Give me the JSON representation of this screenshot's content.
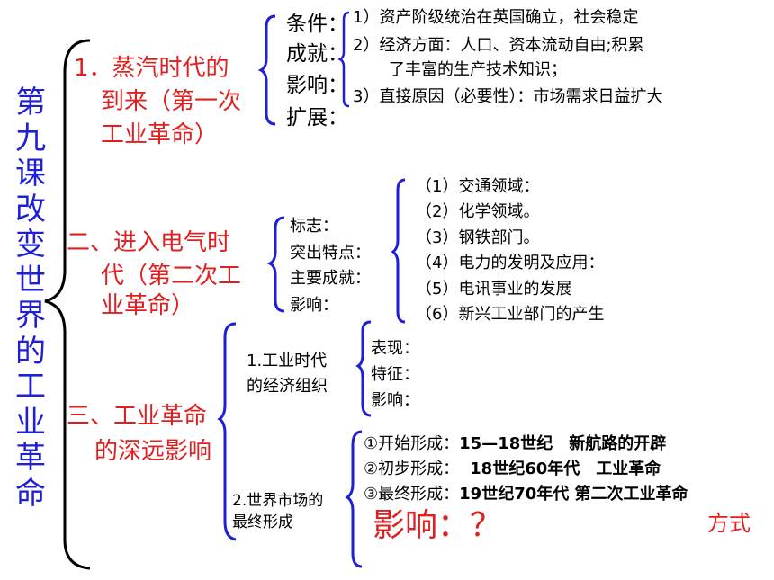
{
  "title": "第九课 改变世界的工业革命",
  "section1": {
    "heading_line1": "1．蒸汽时代的",
    "heading_line2": "到来（第一次",
    "heading_line3": "工业革命）",
    "labels": [
      "条件：",
      "成就：",
      "影响：",
      "扩展："
    ],
    "items": [
      "1）资产阶级统治在英国确立，社会稳定",
      "2）经济方面：人口、资本流动自由;积累",
      "了丰富的生产技术知识；",
      "3）直接原因（必要性）：市场需求日益扩大"
    ]
  },
  "section2": {
    "heading_line1": "二、进入电气时",
    "heading_line2": "代（第二次工",
    "heading_line3": "业革命）",
    "labels": [
      "标志：",
      "突出特点：",
      "主要成就：",
      "影响："
    ],
    "items": [
      "（1）交通领域：",
      "（2）化学领域。",
      "（3）钢铁部门。",
      "（4）电力的发明及应用：",
      "（5）电讯事业的发展",
      "（6）新兴工业部门的产生"
    ]
  },
  "section3": {
    "heading_line1": "三、工业革命",
    "heading_line2": "的深远影响",
    "sub1": {
      "line1": "1.工业时代",
      "line2": "的经济组织",
      "labels": [
        "表现：",
        "特征：",
        "影响："
      ]
    },
    "sub2": {
      "line1": "2.世界市场的",
      "line2": "最终形成",
      "items": [
        {
          "label": "①开始形成：",
          "value": "15—18世纪　新航路的开辟"
        },
        {
          "label": "②初步形成：",
          "value": "18世纪60年代　工业革命"
        },
        {
          "label": "③最终形成：",
          "value": "19世纪70年代 第二次工业革命"
        }
      ],
      "impact": "影响：？",
      "method": "方式"
    }
  },
  "colors": {
    "title": "#1f1fd6",
    "heading": "#e02020",
    "brace_dark": "#000000",
    "brace_blue": "#1f1fd6"
  }
}
